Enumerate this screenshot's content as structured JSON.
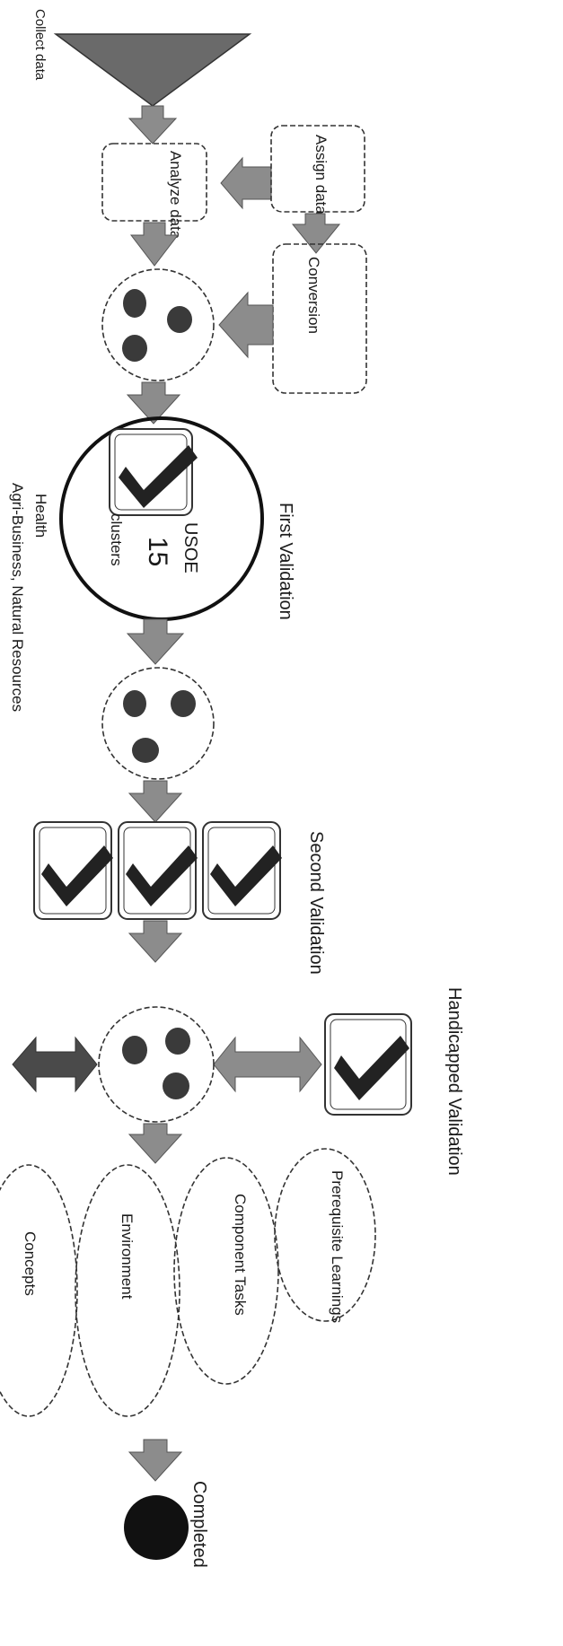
{
  "labels": {
    "collect_data": "Collect data",
    "analyze_data": "Analyze data",
    "assign_data": "Assign data",
    "conversion": "Conversion",
    "first_validation": "First Validation",
    "usoe": "USOE",
    "fifteen": "15",
    "clusters": "clusters",
    "health": "Health",
    "agri_business": "Agri-Business, Natural Resources",
    "second_validation": "Second Validation",
    "handicapped_validation": "Handicapped Validation",
    "prerequisite_learnings": "Prerequisite Learnings",
    "component_tasks": "Component Tasks",
    "environment": "Environment",
    "concepts": "Concepts",
    "completed": "Completed"
  },
  "colors": {
    "ink": "#1a1a1a",
    "arrow_fill": "#8c8c8c",
    "completed_dot": "#111111"
  }
}
